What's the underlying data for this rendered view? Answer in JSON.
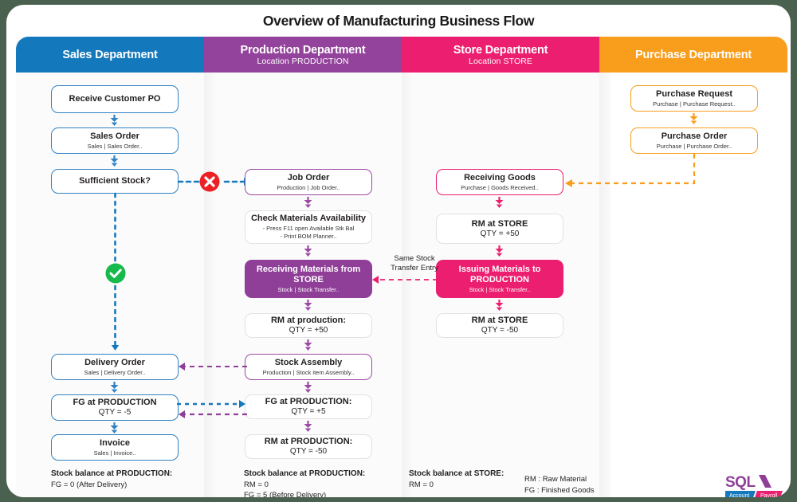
{
  "page": {
    "title": "Overview of Manufacturing Business Flow",
    "background_color": "#4b6150",
    "card_color": "#ffffff"
  },
  "columns": [
    {
      "key": "sales",
      "title": "Sales Department",
      "subtitle": "",
      "color": "#1479bc"
    },
    {
      "key": "prod",
      "title": "Production Department",
      "subtitle": "Location PRODUCTION",
      "color": "#93439b"
    },
    {
      "key": "store",
      "title": "Store Department",
      "subtitle": "Location STORE",
      "color": "#ec1e6f"
    },
    {
      "key": "purchase",
      "title": "Purchase Department",
      "subtitle": "",
      "color": "#f99d1c"
    }
  ],
  "sales_nodes": [
    {
      "title": "Receive Customer PO",
      "sub": ""
    },
    {
      "title": "Sales Order",
      "sub": "Sales  |  Sales Order.."
    },
    {
      "title": "Sufficient Stock?",
      "sub": ""
    },
    {
      "title": "Delivery Order",
      "sub": "Sales  |  Delivery Order.."
    },
    {
      "title": "FG at PRODUCTION",
      "sub": "QTY = -5"
    },
    {
      "title": "Invoice",
      "sub": "Sales  |  Invoice.."
    }
  ],
  "production_nodes": [
    {
      "title": "Job Order",
      "sub": "Production  |  Job Order.."
    },
    {
      "title": "Check Materials Availability",
      "sub": "- Press F11 open Available Stk Bal\n- Print BOM Planner.."
    },
    {
      "title": "Receiving Materials from STORE",
      "sub": "Stock  |  Stock Transfer.."
    },
    {
      "title": "RM at production:",
      "sub": "QTY = +50"
    },
    {
      "title": "Stock Assembly",
      "sub": "Production  |  Stock item Assembly.."
    },
    {
      "title": "FG at PRODUCTION:",
      "sub": "QTY = +5"
    },
    {
      "title": "RM at PRODUCTION:",
      "sub": "QTY = -50"
    }
  ],
  "store_nodes": [
    {
      "title": "Receiving Goods",
      "sub": "Purchase  |  Goods Received.."
    },
    {
      "title": "RM at STORE",
      "sub": "QTY = +50"
    },
    {
      "title": "Issuing Materials to PRODUCTION",
      "sub": "Stock  |  Stock Transfer.."
    },
    {
      "title": "RM at STORE",
      "sub": "QTY = -50"
    }
  ],
  "purchase_nodes": [
    {
      "title": "Purchase Request",
      "sub": "Purchase  |  Purchase Request.."
    },
    {
      "title": "Purchase Order",
      "sub": "Purchase  |  Purchase Order.."
    }
  ],
  "annotations": {
    "same_stock_transfer": "Same Stock\nTransfer Entry"
  },
  "markers": {
    "no_label": "No",
    "yes_label": "Yes"
  },
  "notes": [
    {
      "heading": "Stock balance at PRODUCTION:",
      "body": "FG = 0 (After Delivery)"
    },
    {
      "heading": "Stock balance at PRODUCTION:",
      "body": "RM = 0\nFG = 5 (Before Delivery)"
    },
    {
      "heading": "Stock balance at STORE:",
      "body": "RM = 0"
    }
  ],
  "legend": [
    "RM : Raw Material",
    "FG : Finished Goods"
  ],
  "logo": {
    "brand": "SQL",
    "tag_left": "Account",
    "tag_right": "Payroll",
    "brand_color": "#8f3f98",
    "left_color": "#1479bc",
    "right_color": "#ec1e6f"
  }
}
